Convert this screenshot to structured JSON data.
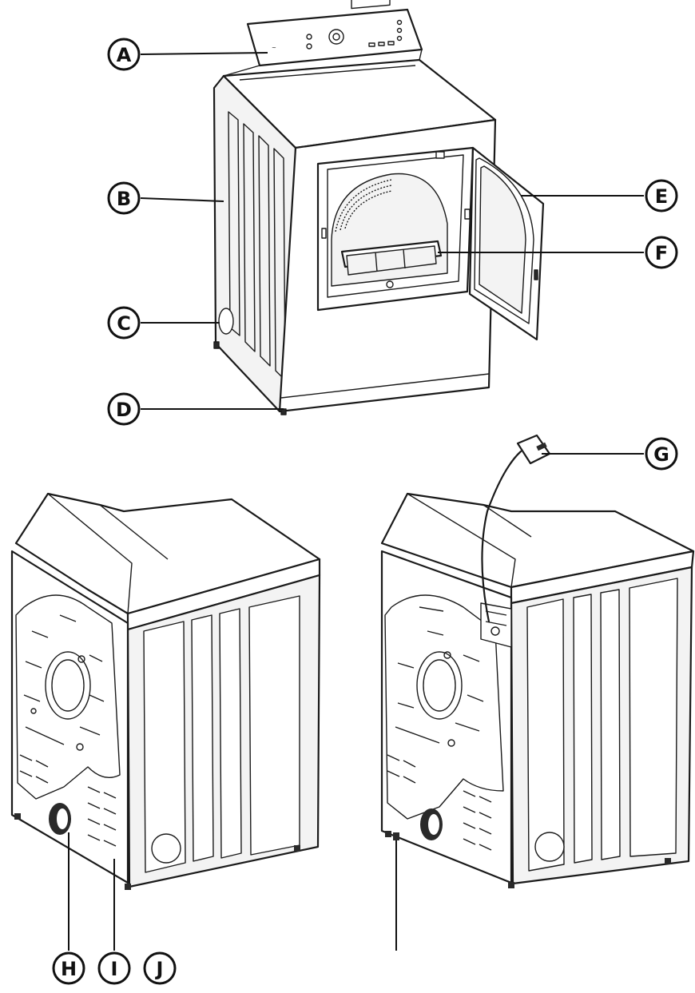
{
  "callouts": {
    "A": "A",
    "B": "B",
    "C": "C",
    "D": "D",
    "E": "E",
    "F": "F",
    "G": "G",
    "H": "H",
    "I": "I",
    "J": "J"
  },
  "colors": {
    "line": "#1a1a1a",
    "panel": "#f3f3f3",
    "background": "#ffffff"
  }
}
